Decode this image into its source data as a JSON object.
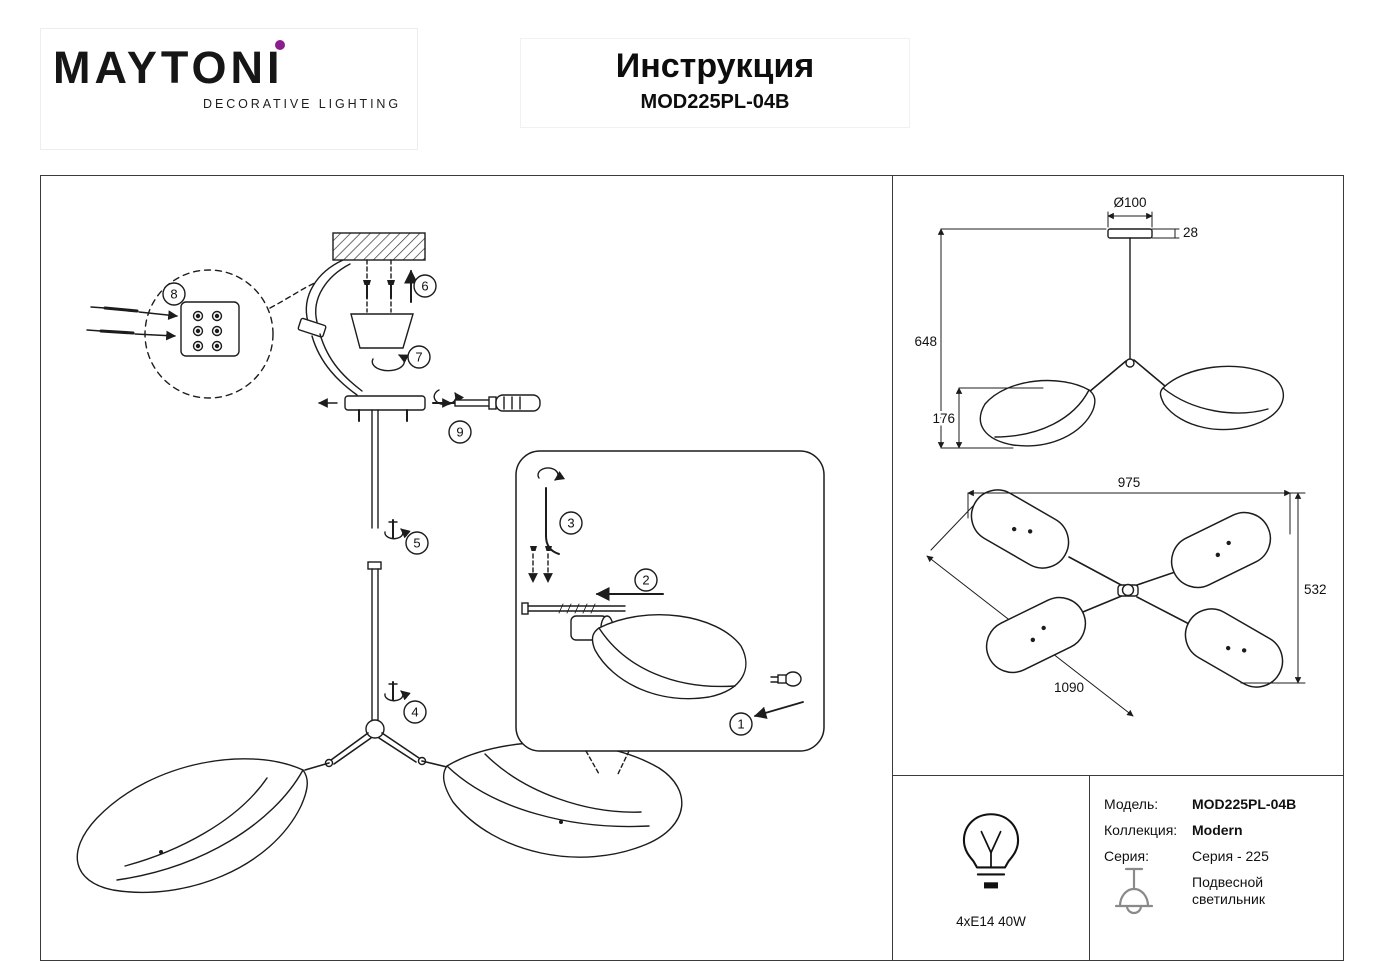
{
  "brand": {
    "name": "MAYTONI",
    "tagline": "DECORATIVE LIGHTING",
    "dot_color": "#8B1E8F"
  },
  "header": {
    "title": "Инструкция",
    "model": "MOD225PL-04B"
  },
  "assembly": {
    "steps": [
      "1",
      "2",
      "3",
      "4",
      "5",
      "6",
      "7",
      "8",
      "9"
    ]
  },
  "dimensions": {
    "canopy_diameter": "Ø100",
    "canopy_height": "28",
    "drop_height": "648",
    "shade_height": "176",
    "width": "975",
    "depth": "532",
    "diagonal": "1090"
  },
  "specs": {
    "bulb": "4xE14 40W",
    "rows": [
      {
        "label": "Модель:",
        "value": "MOD225PL-04B"
      },
      {
        "label": "Коллекция:",
        "value": "Modern"
      },
      {
        "label": "Серия:",
        "value": "Серия - 225"
      },
      {
        "label": "",
        "value": "Подвесной светильник"
      }
    ]
  },
  "icons": {
    "bulb": "light-bulb-icon",
    "pendant": "pendant-lamp-icon"
  },
  "colors": {
    "line": "#1c1c1c",
    "frame": "#3a3a3a"
  }
}
